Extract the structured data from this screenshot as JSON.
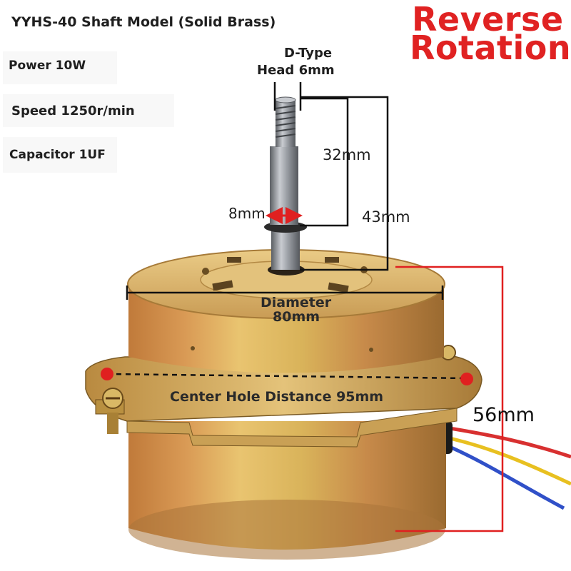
{
  "title": "YYHS-40 Shaft Model (Solid Brass)",
  "specs": {
    "power": "Power 10W",
    "speed": "Speed 1250r/min",
    "capacitor": "Capacitor 1UF"
  },
  "badge": {
    "line1": "Reverse",
    "line2": "Rotation"
  },
  "dimensions": {
    "d_type_line1": "D-Type",
    "d_type_line2": "Head 6mm",
    "thread_length": "32mm",
    "shaft_length": "43mm",
    "shaft_diameter": "8mm",
    "diameter_line1": "Diameter",
    "diameter_line2": "80mm",
    "center_hole": "Center Hole Distance 95mm",
    "height": "56mm"
  },
  "colors": {
    "badge_red": "#e02222",
    "dimension_red": "#e02020",
    "dimension_black": "#111111",
    "brass_light": "#e3c067",
    "brass_dark": "#8a6a2a",
    "copper_tint": "#c0703e",
    "shaft_grey": "#8f9298",
    "wire_red": "#d83030",
    "wire_yellow": "#e8c020",
    "wire_blue": "#3050c8"
  }
}
